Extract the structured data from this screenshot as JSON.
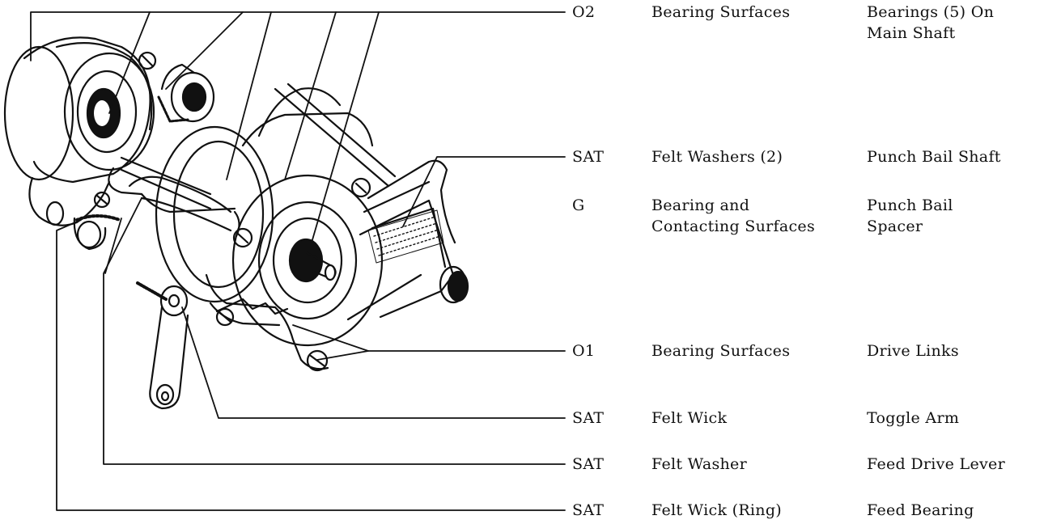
{
  "callouts": [
    {
      "code": "O2",
      "part": [
        "Bearing Surfaces"
      ],
      "location": [
        "Bearings (5) On",
        "Main Shaft"
      ]
    },
    {
      "code": "SAT",
      "part": [
        "Felt Washers (2)"
      ],
      "location": [
        "Punch Bail Shaft"
      ]
    },
    {
      "code": "G",
      "part": [
        "Bearing and",
        "Contacting Surfaces"
      ],
      "location": [
        "Punch Bail",
        "Spacer"
      ]
    },
    {
      "code": "O1",
      "part": [
        "Bearing Surfaces"
      ],
      "location": [
        "Drive Links"
      ]
    },
    {
      "code": "SAT",
      "part": [
        "Felt Wick"
      ],
      "location": [
        "Toggle Arm"
      ]
    },
    {
      "code": "SAT",
      "part": [
        "Felt Washer"
      ],
      "location": [
        "Feed Drive Lever"
      ]
    },
    {
      "code": "SAT",
      "part": [
        "Felt Wick (Ring)"
      ],
      "location": [
        "Feed Bearing"
      ]
    }
  ]
}
